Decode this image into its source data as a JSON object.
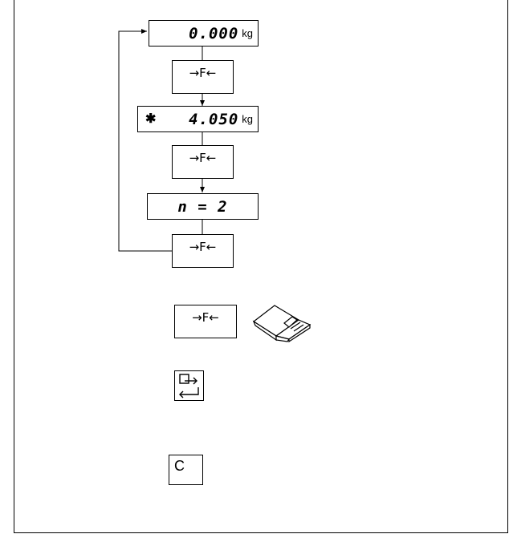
{
  "displays": {
    "zero_value": "0.000",
    "zero_unit": "kg",
    "weight_marker": "✱",
    "weight_value": "4.050",
    "weight_unit": "kg",
    "count_value": "n = 2"
  },
  "keys": {
    "function_key": "→F←",
    "clear_key": "C"
  },
  "icons": {
    "printer": "printer-icon",
    "enter": "enter-return-icon"
  }
}
